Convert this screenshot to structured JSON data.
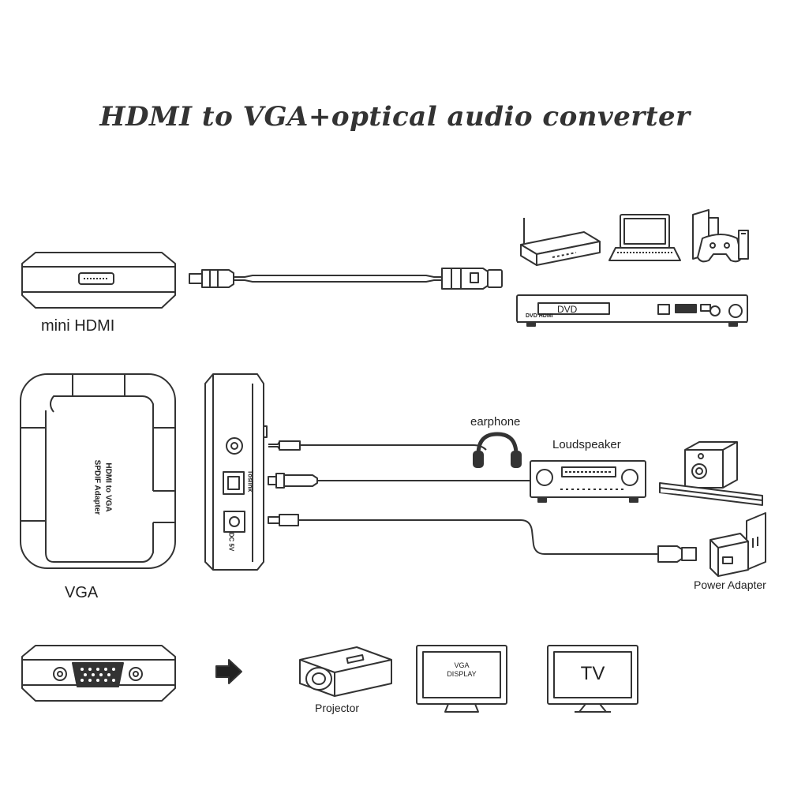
{
  "title": "HDMI to VGA+optical audio converter",
  "labels": {
    "mini_hdmi": "mini HDMI",
    "vga": "VGA",
    "earphone": "earphone",
    "loudspeaker": "Loudspeaker",
    "power_adapter": "Power Adapter",
    "projector": "Projector",
    "dvd": "DVD",
    "dvd_sub": "DVD HDMI"
  },
  "adapter": {
    "name_line1": "HDMI to VGA",
    "name_line2": "SPDIF Adapter",
    "port_toslink": "Toslink",
    "port_dc": "DC 5V"
  },
  "screens": {
    "vga_display_line1": "VGA",
    "vga_display_line2": "DISPLAY",
    "tv": "TV"
  },
  "colors": {
    "line": "#333333",
    "fill": "#ffffff",
    "shade": "#e8e8e8"
  }
}
